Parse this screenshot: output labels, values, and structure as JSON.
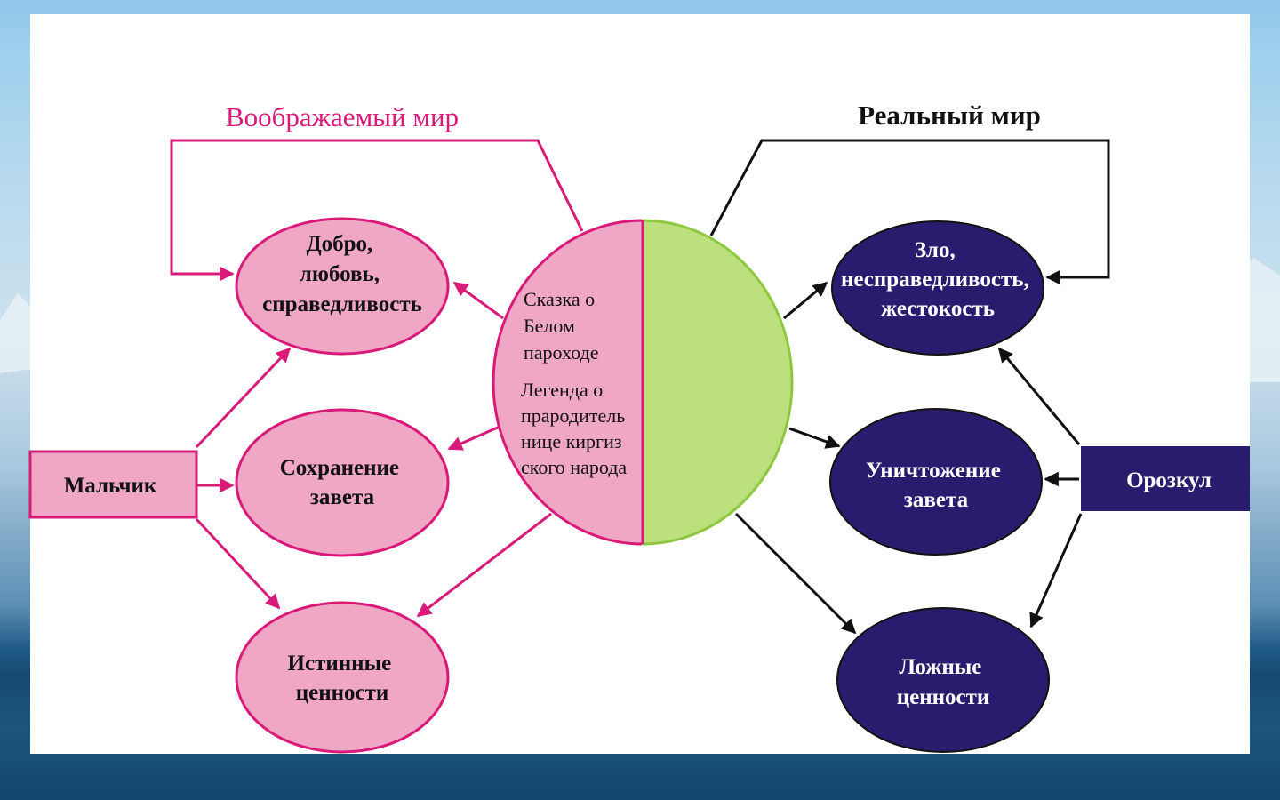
{
  "titles": {
    "imaginary_world": "Воображаемый мир",
    "real_world": "Реальный мир"
  },
  "colors": {
    "imaginary": "#d81b78",
    "pink_fill": "#f0a6c5",
    "green_fill": "#bde07e",
    "navy_fill": "#2b1b6e",
    "real": "#111111"
  },
  "center": {
    "tale": [
      "Сказка о",
      "Белом",
      "пароходе"
    ],
    "legend": [
      "Легенда о",
      "прародитель",
      "нице киргиз",
      "ского народа"
    ]
  },
  "left": {
    "boy": "Мальчик",
    "good": [
      "Добро,",
      "любовь,",
      "справедливость"
    ],
    "preserve": [
      "Сохранение",
      "завета"
    ],
    "true_values": [
      "Истинные",
      "ценности"
    ]
  },
  "right": {
    "orozkul": "Орозкул",
    "evil": [
      "Зло,",
      "несправедливость,",
      "жестокость"
    ],
    "destroy": [
      "Уничтожение",
      "завета"
    ],
    "false_values": [
      "Ложные",
      "ценности"
    ]
  }
}
